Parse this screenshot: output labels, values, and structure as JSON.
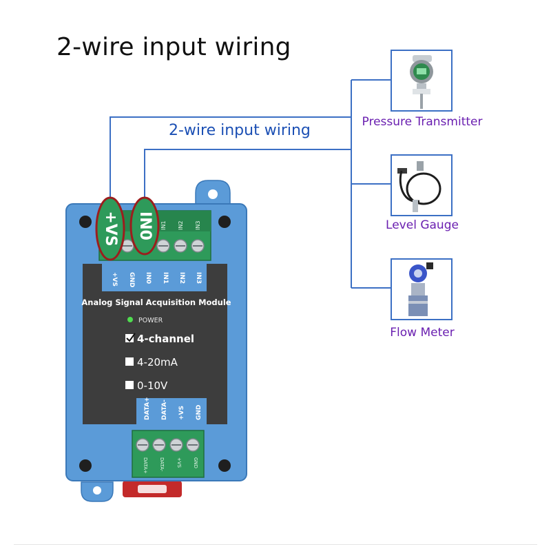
{
  "title": "2-wire input wiring",
  "wire_label": "2-wire input wiring",
  "devices": [
    {
      "label": "Pressure Transmitter"
    },
    {
      "label": "Level Gauge"
    },
    {
      "label": "Flow Meter"
    }
  ],
  "module": {
    "name": "Analog Signal Acquisition Module",
    "power_label": "POWER",
    "top_terminals": [
      "+VS",
      "GND",
      "IN0",
      "IN1",
      "IN2",
      "IN3"
    ],
    "highlight": [
      "+VS",
      "IN0"
    ],
    "options": [
      {
        "label": "4-channel",
        "checked": true
      },
      {
        "label": "4-20mA",
        "checked": false
      },
      {
        "label": "0-10V",
        "checked": false
      }
    ],
    "bottom_terminals": [
      "DATA+",
      "DATA-",
      "+VS",
      "GND"
    ]
  },
  "colors": {
    "wire": "#3b6fc4",
    "module_body": "#5b9bd8",
    "panel": "#3d3d3d",
    "terminal_block": "#2e9a5a",
    "highlight": "#9c1d1d",
    "title": "#111111",
    "wire_label": "#1b4fb4",
    "device_label": "#6a1fb0"
  }
}
